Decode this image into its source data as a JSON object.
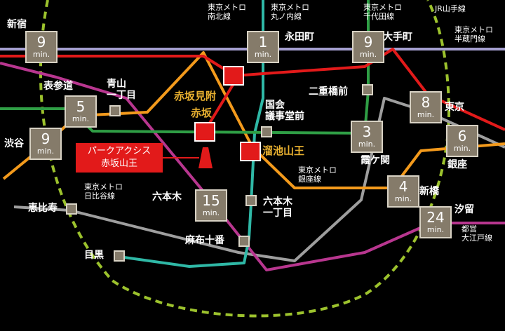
{
  "stations": {
    "shinjuku": "新宿",
    "omotesando": "表参道",
    "aoyama_l1": "青山",
    "aoyama_l2": "一丁目",
    "shibuya": "渋谷",
    "ebisu": "恵比寿",
    "meguro": "目黒",
    "roppongi": "六本木",
    "azabu_juban": "麻布十番",
    "roppongi_1_l1": "六本木",
    "roppongi_1_l2": "一丁目",
    "nagatacho": "永田町",
    "akasaka_mitsuke": "赤坂見附",
    "akasaka": "赤坂",
    "kokkai_l1": "国会",
    "kokkai_l2": "議事堂前",
    "tameike_sanno": "溜池山王",
    "nijubashimae": "二重橋前",
    "otemachi": "大手町",
    "tokyo": "東京",
    "kasumigaseki": "霞ケ関",
    "ginza": "銀座",
    "shimbashi": "新橋",
    "shiodome": "汐留"
  },
  "lines": {
    "namboku_l1": "東京メトロ",
    "namboku_l2": "南北線",
    "marunouchi_l1": "東京メトロ",
    "marunouchi_l2": "丸ノ内線",
    "chiyoda_l1": "東京メトロ",
    "chiyoda_l2": "千代田線",
    "jr_yamanote": "JR山手線",
    "hanzomon_l1": "東京メトロ",
    "hanzomon_l2": "半蔵門線",
    "ginza_l1": "東京メトロ",
    "ginza_l2": "銀座線",
    "hibiya_l1": "東京メトロ",
    "hibiya_l2": "日比谷線",
    "oedo_l1": "都営",
    "oedo_l2": "大江戸線"
  },
  "times": {
    "shinjuku": "9",
    "nagatacho": "1",
    "otemachi": "9",
    "omotesando": "5",
    "shibuya": "9",
    "tokyo": "8",
    "kasumigaseki": "3",
    "ginza": "6",
    "shimbashi": "4",
    "roppongi": "15",
    "shiodome": "24",
    "unit": "min."
  },
  "property": {
    "line1": "パークアクシス",
    "line2": "赤坂山王"
  },
  "colors": {
    "background": "#000000",
    "marunouchi": "#e21a1a",
    "hanzomon": "#a59fd0",
    "chiyoda": "#2f9e45",
    "namboku": "#2fb8a6",
    "ginza": "#f39a1c",
    "hibiya": "#9e9e9e",
    "oedo": "#b8368f",
    "yamanote": "#9cc22d",
    "station_box": "#857b6a",
    "accent_label": "#e8b030"
  }
}
